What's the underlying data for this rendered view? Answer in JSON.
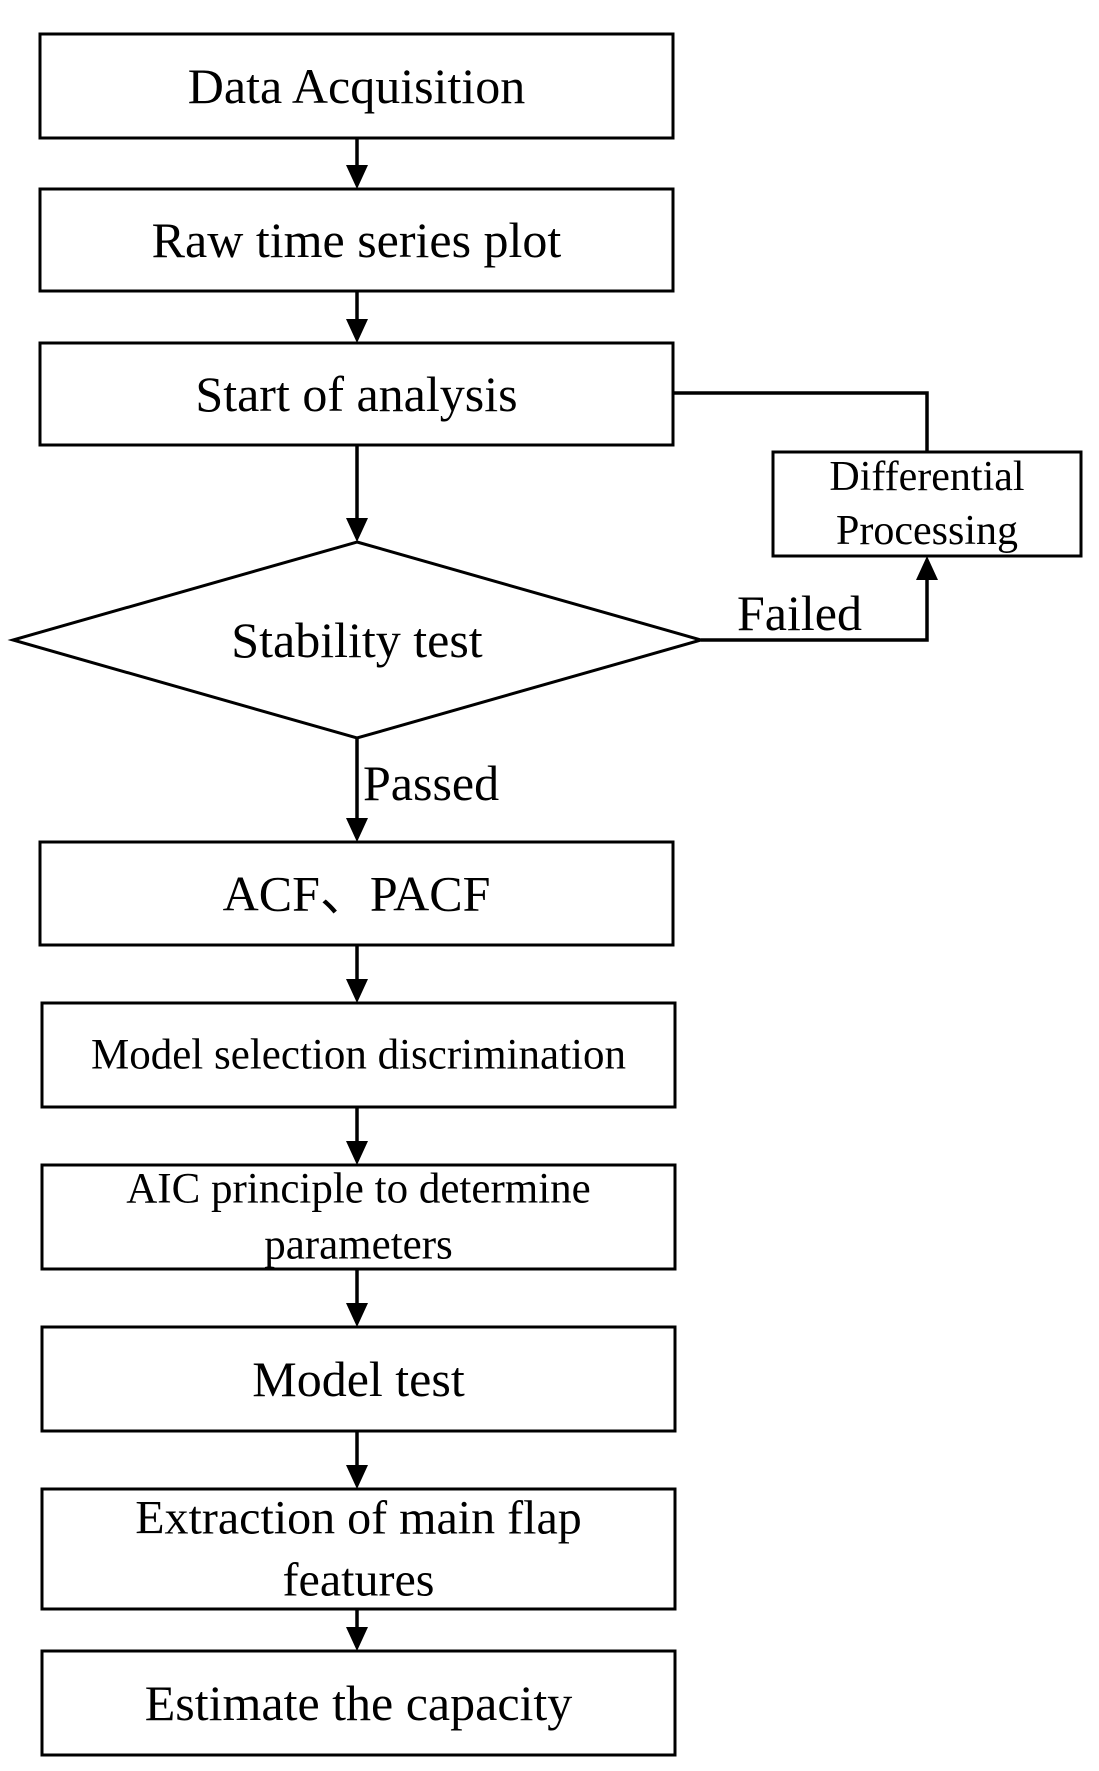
{
  "flowchart": {
    "nodes": [
      {
        "id": "data-acquisition",
        "lines": [
          "Data Acquisition"
        ]
      },
      {
        "id": "raw-time-series",
        "lines": [
          "Raw time series plot"
        ]
      },
      {
        "id": "start-analysis",
        "lines": [
          "Start of analysis"
        ]
      },
      {
        "id": "differential-processing",
        "lines": [
          "Differential",
          "Processing"
        ]
      },
      {
        "id": "stability-test",
        "lines": [
          "Stability test"
        ]
      },
      {
        "id": "acf-pacf",
        "lines": [
          "ACF、PACF"
        ]
      },
      {
        "id": "model-selection",
        "lines": [
          "Model selection discrimination"
        ]
      },
      {
        "id": "aic-principle",
        "lines": [
          "AIC principle to determine",
          "parameters"
        ]
      },
      {
        "id": "model-test",
        "lines": [
          "Model test"
        ]
      },
      {
        "id": "extraction-features",
        "lines": [
          "Extraction of main flap",
          "features"
        ]
      },
      {
        "id": "estimate-capacity",
        "lines": [
          "Estimate the capacity"
        ]
      }
    ],
    "edges": [
      {
        "from": "data-acquisition",
        "to": "raw-time-series",
        "label": ""
      },
      {
        "from": "raw-time-series",
        "to": "start-analysis",
        "label": ""
      },
      {
        "from": "start-analysis",
        "to": "stability-test",
        "label": ""
      },
      {
        "from": "stability-test",
        "to": "differential-processing",
        "label": "Failed"
      },
      {
        "from": "differential-processing",
        "to": "start-analysis",
        "label": ""
      },
      {
        "from": "stability-test",
        "to": "acf-pacf",
        "label": "Passed"
      },
      {
        "from": "acf-pacf",
        "to": "model-selection",
        "label": ""
      },
      {
        "from": "model-selection",
        "to": "aic-principle",
        "label": ""
      },
      {
        "from": "aic-principle",
        "to": "model-test",
        "label": ""
      },
      {
        "from": "model-test",
        "to": "extraction-features",
        "label": ""
      },
      {
        "from": "extraction-features",
        "to": "estimate-capacity",
        "label": ""
      }
    ]
  }
}
